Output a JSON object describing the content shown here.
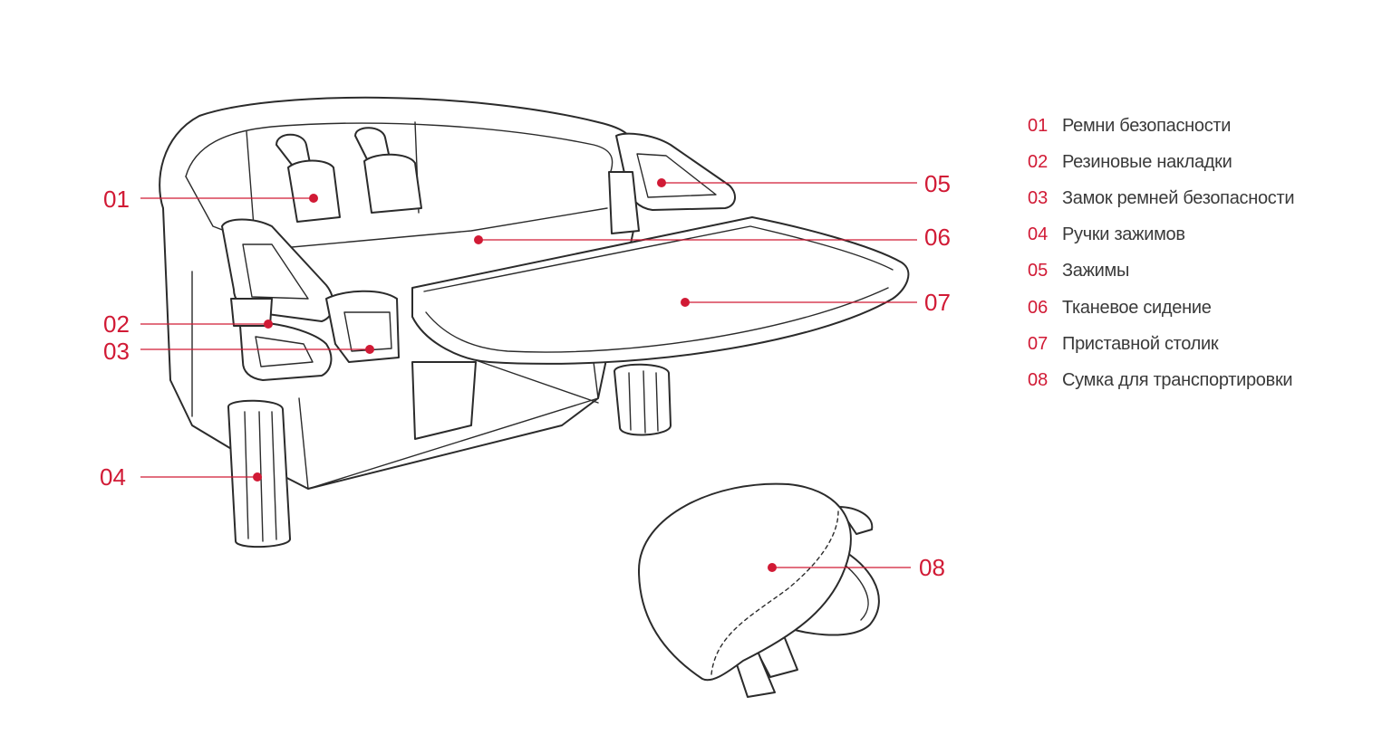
{
  "callouts": [
    {
      "number": "01",
      "label": "Ремни безопасности"
    },
    {
      "number": "02",
      "label": "Резиновые накладки"
    },
    {
      "number": "03",
      "label": "Замок ремней безопасности"
    },
    {
      "number": "04",
      "label": "Ручки зажимов"
    },
    {
      "number": "05",
      "label": "Зажимы"
    },
    {
      "number": "06",
      "label": "Тканевое сидение"
    },
    {
      "number": "07",
      "label": "Приставной столик"
    },
    {
      "number": "08",
      "label": "Сумка для транспортировки"
    }
  ],
  "colors": {
    "accent": "#d11a35",
    "line_art": "#2b2b2b",
    "legend_text": "#3a3a3a"
  }
}
